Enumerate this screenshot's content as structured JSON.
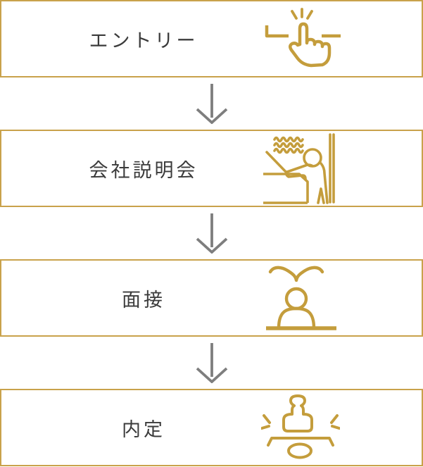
{
  "flow": {
    "title": "recruitment-flow",
    "steps": [
      {
        "label": "エントリー",
        "icon": "tap-click-icon"
      },
      {
        "label": "会社説明会",
        "icon": "company-presentation-icon"
      },
      {
        "label": "面接",
        "icon": "interview-seat-icon"
      },
      {
        "label": "内定",
        "icon": "hanko-stamp-icon"
      }
    ],
    "connector": "down-arrow"
  },
  "colors": {
    "gold": "#C9A24B",
    "icon-gold": "#C49D3C",
    "arrow-gray": "#7E7E7E",
    "label-text": "#3B3B3B",
    "background": "#FFFFFF"
  }
}
